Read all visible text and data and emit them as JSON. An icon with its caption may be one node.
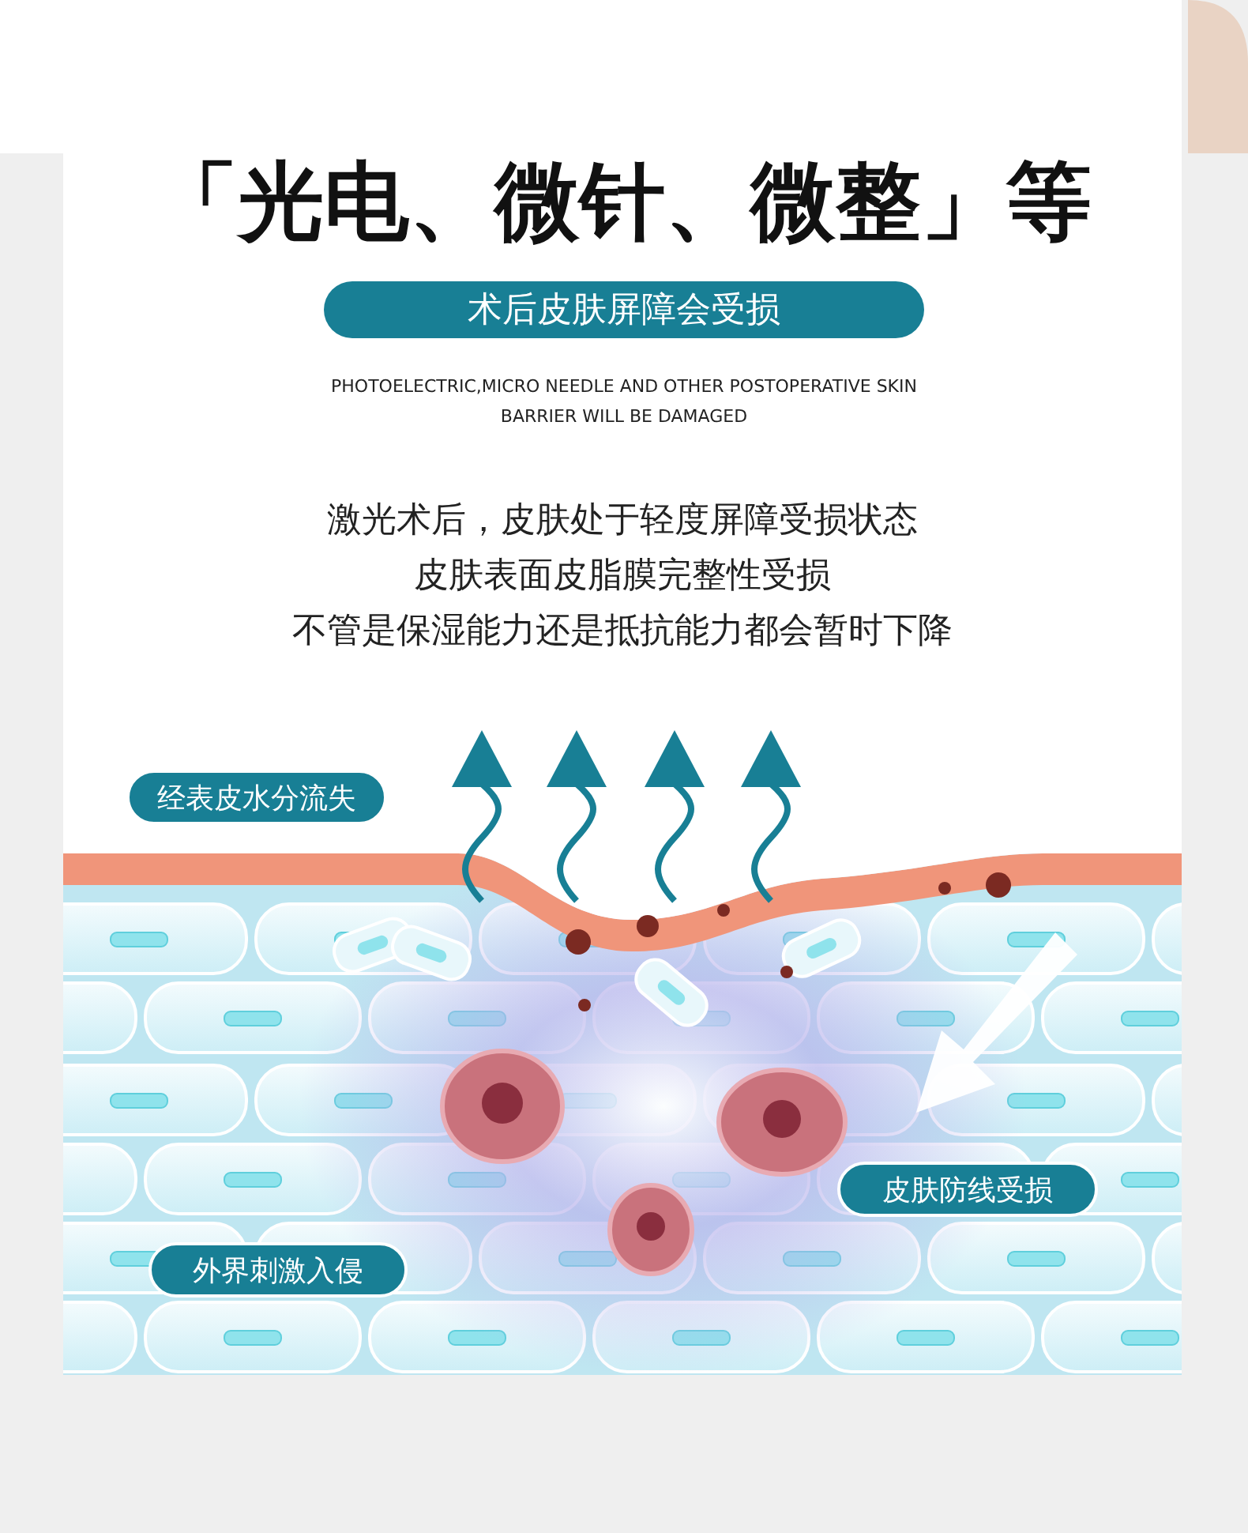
{
  "diagram": {
    "title": "「光电、微针、微整」等",
    "nodes": [
      {
        "text": [
          "术后皮肤屏障会受损"
        ]
      },
      {
        "text": [
          "经表皮水分流失"
        ]
      },
      {
        "text": [
          "皮肤防线受损"
        ]
      },
      {
        "text": [
          "外界刺激入侵"
        ]
      }
    ],
    "labels": [
      "PHOTOELECTRIC,MICRO NEEDLE AND OTHER POSTOPERATIVE SKIN BARRIER WILL BE DAMAGED",
      "激光术后，皮肤处于轻度屏障受损状态",
      "皮肤表面皮脂膜完整性受损",
      "不管是保湿能力还是抵抗能力都会暂时下降"
    ]
  }
}
